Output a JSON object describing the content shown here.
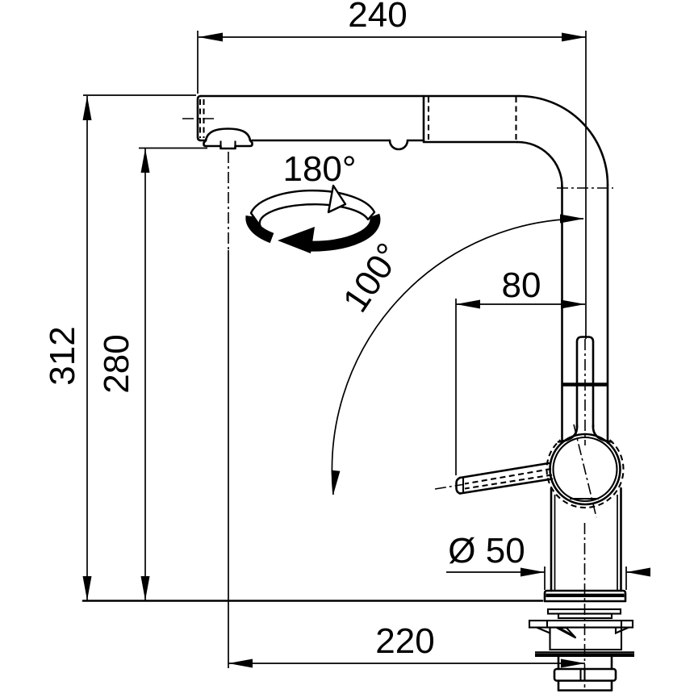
{
  "page": {
    "background": "#ffffff",
    "line_color": "#000000"
  },
  "drawing": {
    "figure": "kitchen-faucet-dimension-drawing",
    "labels": {
      "top_width": "240",
      "total_height": "312",
      "outlet_height": "280",
      "head_rotation": "180°",
      "spout_swivel": "100°",
      "handle_offset": "80",
      "base_diameter": "Ø 50",
      "spout_reach": "220"
    }
  }
}
